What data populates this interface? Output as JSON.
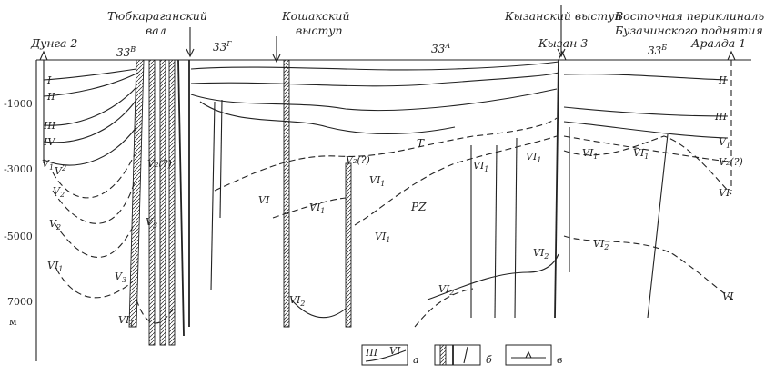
{
  "header": {
    "tyub_1": "Тюбкараганский",
    "tyub_2": "вал",
    "kosh_1": "Кошакский",
    "kosh_2": "выступ",
    "kyzan_vystup": "Кызанский выступ",
    "east_1": "Восточная периклиналь",
    "east_2": "Бузачинского поднятия"
  },
  "wells": {
    "left": "Дунга 2",
    "middle": "Кызан 3",
    "right": "Аралда 1"
  },
  "blocks": {
    "b1": "33",
    "b1s": "В",
    "b2": "33",
    "b2s": "Г",
    "b3": "33",
    "b3s": "А",
    "b4": "33",
    "b4s": "Б"
  },
  "depth_axis": {
    "ticks": [
      "-1000",
      "-3000",
      "-5000",
      "7000"
    ],
    "unit": "м"
  },
  "horizons_left": [
    "I",
    "II",
    "III",
    "IV",
    "V",
    "V",
    "V",
    "V",
    "VI"
  ],
  "horizons_right": [
    "II",
    "III",
    "V",
    "V₂(?)",
    "VI",
    "VI"
  ],
  "labels": {
    "T": "T",
    "PZ": "PZ",
    "VI1a": "VI",
    "VI1b": "VI",
    "VI1c": "VI",
    "VI1d": "VI",
    "VI1e": "VI",
    "VI1f": "VI",
    "VI1g": "VI",
    "V2q": "V₂(?)",
    "V2q_left": "V₂(?)",
    "VI_mid": "VI",
    "VI2a": "VI",
    "VI2b": "VI",
    "VI2c": "VI",
    "VI2d": "VI",
    "V3a": "V",
    "V3b": "V",
    "VI1_left": "VI"
  },
  "legend": {
    "a_roman1": "III",
    "a_roman2": "VI",
    "a": "а",
    "b": "б",
    "v": "в"
  }
}
